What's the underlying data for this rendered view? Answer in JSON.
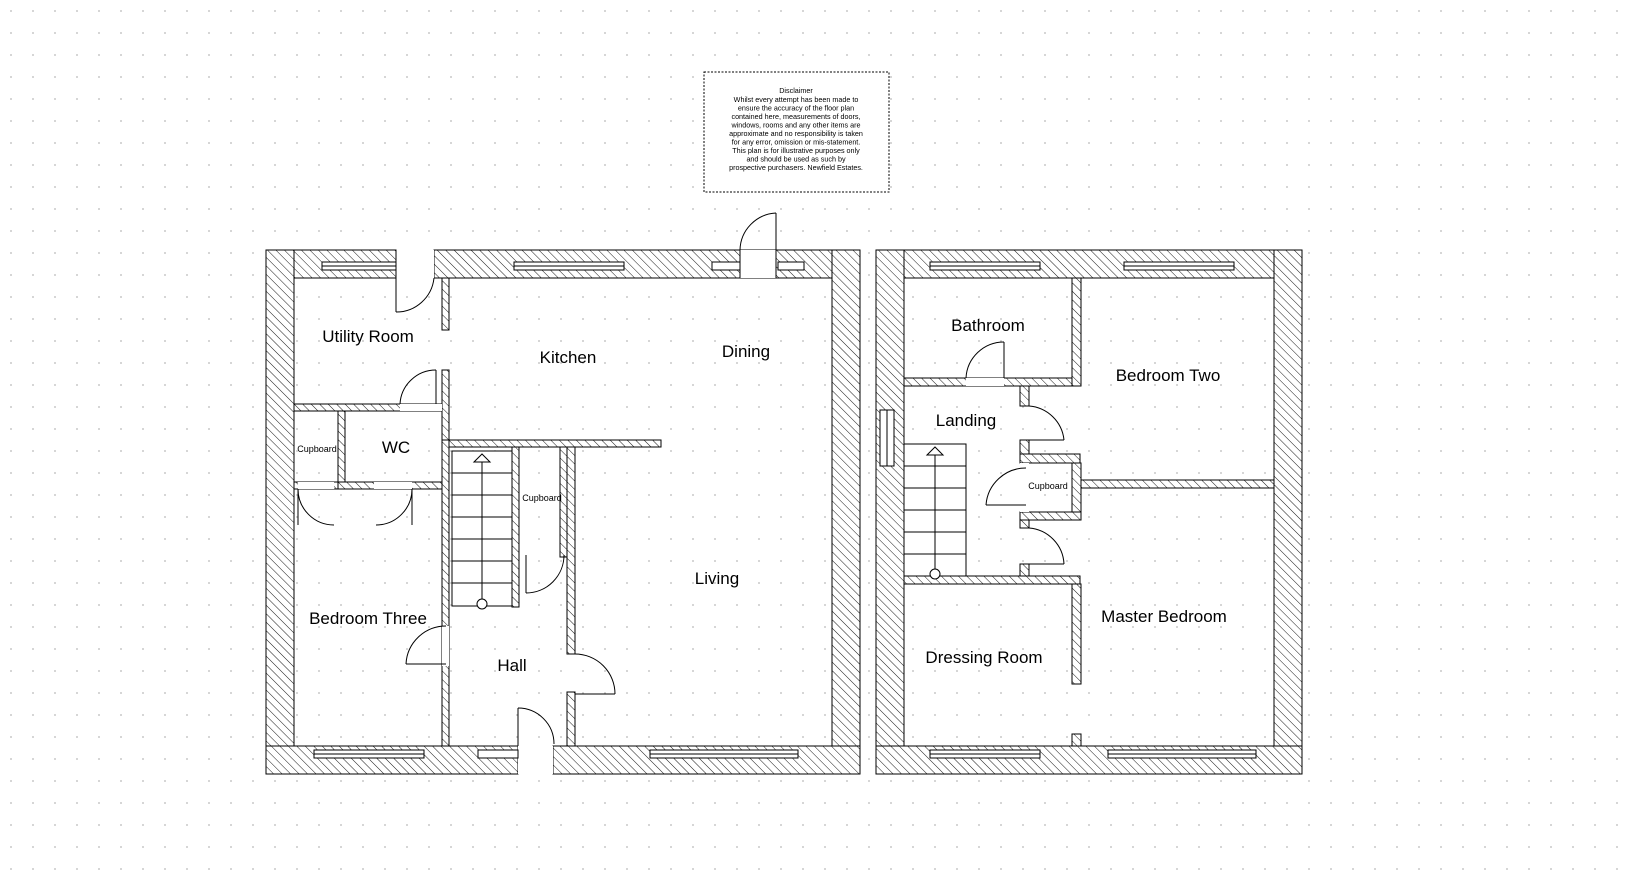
{
  "disclaimer": {
    "title": "Disclaimer",
    "lines": [
      "Whilst every attempt has been made to",
      "ensure the accuracy of the floor plan",
      "contained here, measurements of doors,",
      "windows, rooms and any other items are",
      "approximate and no responsibility is taken",
      "for any error, omission or mis-statement.",
      "This plan is for illustrative purposes only",
      "and should be used as such by",
      "prospective purchasers. Newfield Estates."
    ]
  },
  "ground_floor": {
    "rooms": {
      "utility_room": "Utility Room",
      "kitchen": "Kitchen",
      "dining": "Dining",
      "wc": "WC",
      "cupboard_left": "Cupboard",
      "cupboard_stairs": "Cupboard",
      "living": "Living",
      "bedroom_three": "Bedroom Three",
      "hall": "Hall"
    }
  },
  "first_floor": {
    "rooms": {
      "bathroom": "Bathroom",
      "bedroom_two": "Bedroom Two",
      "landing": "Landing",
      "cupboard": "Cupboard",
      "master_bedroom": "Master Bedroom",
      "dressing_room": "Dressing Room"
    }
  },
  "colors": {
    "line": "#000000",
    "background": "#ffffff",
    "grid_dot": "#c8c8c8"
  }
}
